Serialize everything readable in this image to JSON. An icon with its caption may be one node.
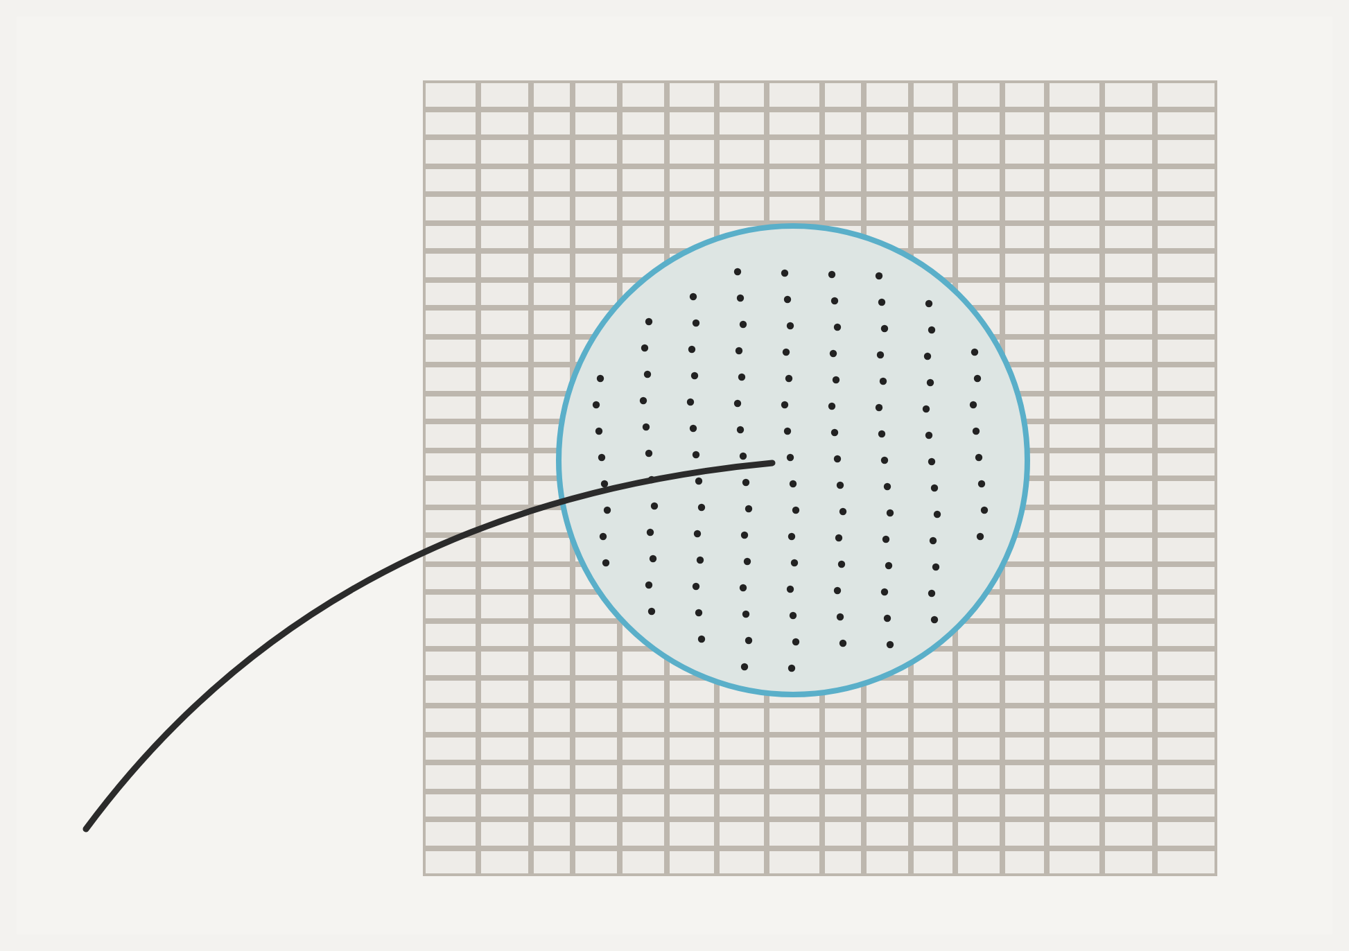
{
  "diagram": {
    "nodes": [
      {
        "text": [],
        "shape": "box"
      },
      {
        "text": [],
        "shape": "circle",
        "in": 0
      }
    ],
    "edges": [
      {
        "from": null,
        "to": 1,
        "arrow": "none"
      }
    ]
  }
}
